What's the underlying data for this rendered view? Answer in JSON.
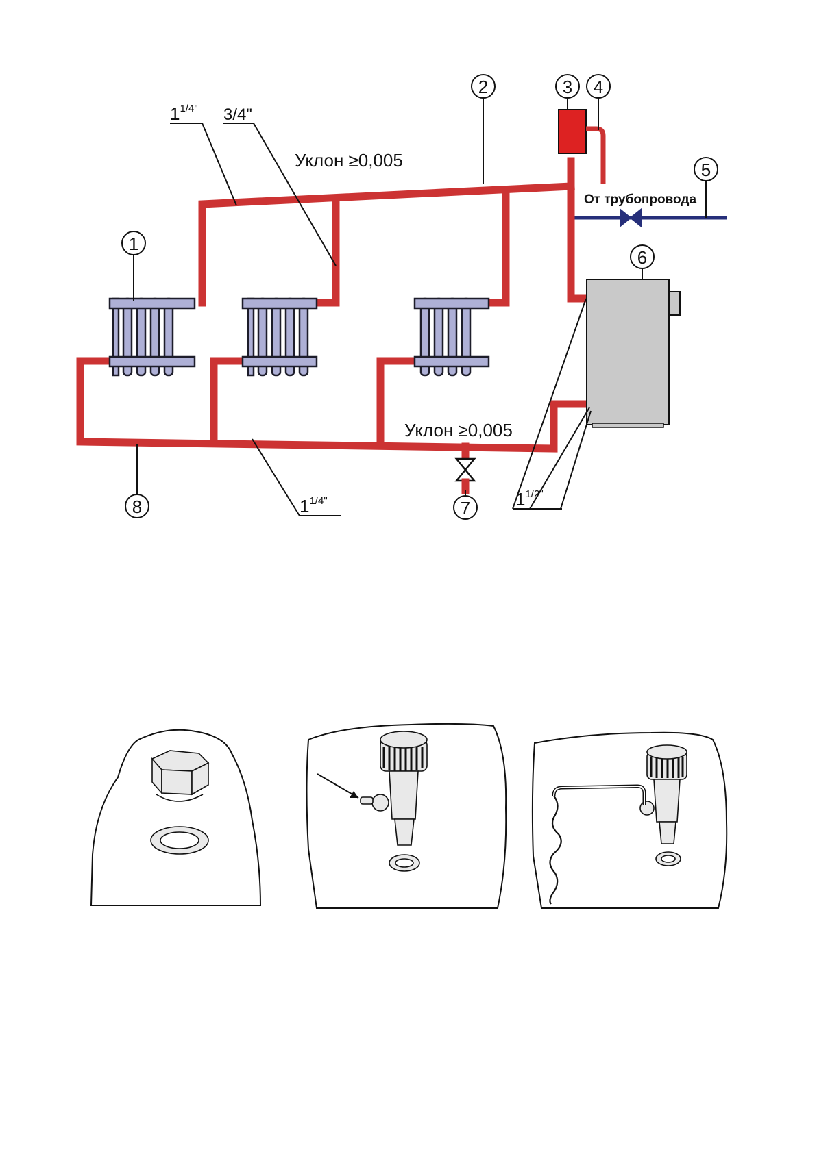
{
  "callouts": [
    "1",
    "2",
    "3",
    "4",
    "5",
    "6",
    "7",
    "8"
  ],
  "labels": {
    "slope_top": "Уклон ≥0,005",
    "slope_bottom": "Уклон ≥0,005",
    "from_pipeline": "От трубопровода",
    "pipe_top_left": {
      "base": "1",
      "sup": "1/4\""
    },
    "pipe_top_mid": "3/4\"",
    "pipe_bottom": {
      "base": "1",
      "sup": "1/4\""
    },
    "pipe_boiler": {
      "base": "1",
      "sup": "1/2\""
    }
  },
  "colors": {
    "pipe": "#cc3333",
    "supply_line": "#262f7a",
    "radiator": "#aeb0d6",
    "boiler": "#c9c9c9",
    "expansion_tank": "#dd2222"
  }
}
